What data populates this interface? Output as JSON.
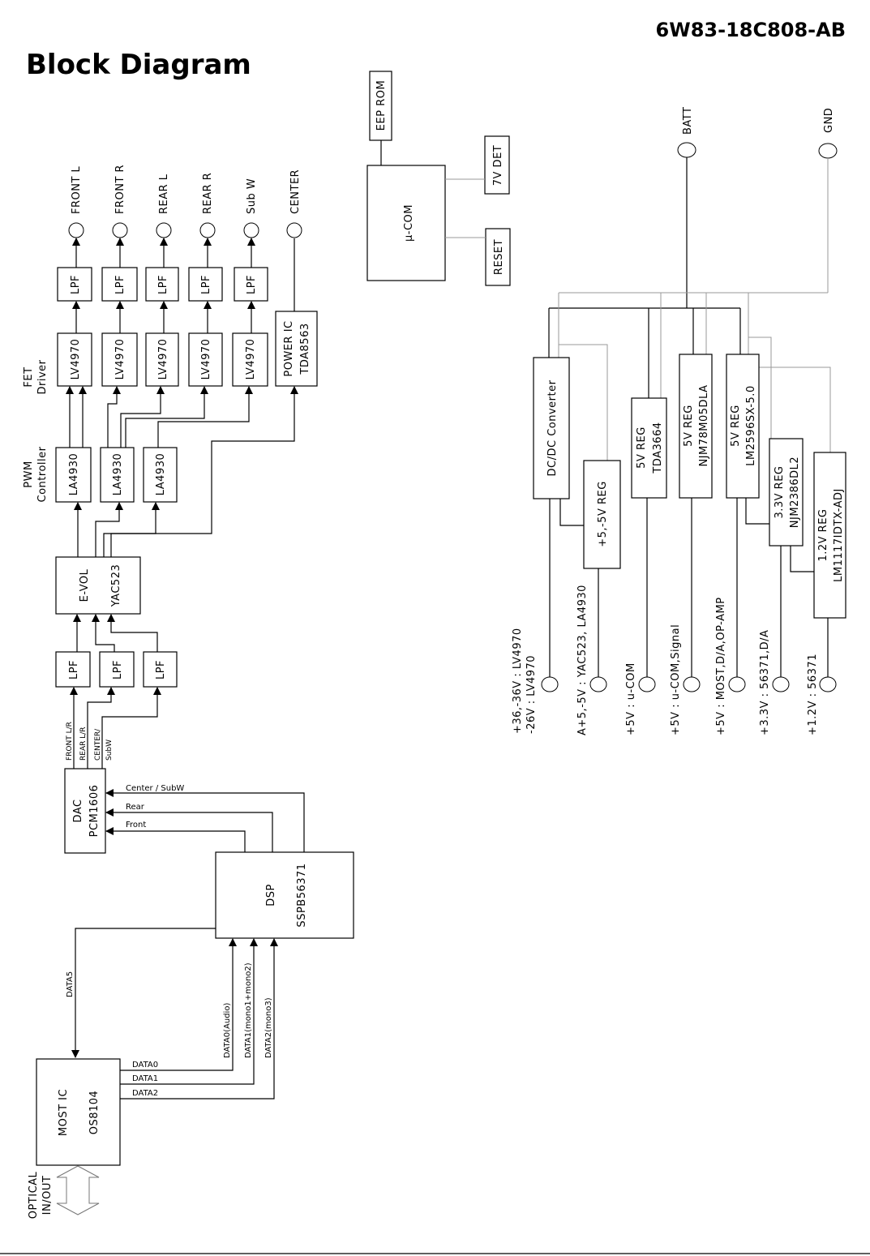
{
  "header": {
    "doc_id": "6W83-18C808-AB",
    "title": "Block Diagram"
  },
  "row_labels": {
    "fet": [
      "FET",
      "Driver"
    ],
    "pwm": [
      "PWM",
      "Controller"
    ]
  },
  "outputs": [
    "FRONT L",
    "FRONT R",
    "REAR L",
    "REAR R",
    "Sub W",
    "CENTER"
  ],
  "lpf": "LPF",
  "fet_ic": "LV4970",
  "power_ic": [
    "POWER IC",
    "TDA8563"
  ],
  "pwm_ic": "LA4930",
  "evol": [
    "E-VOL",
    "YAC523"
  ],
  "dac": [
    "DAC",
    "PCM1606"
  ],
  "dac_out": [
    "FRONT L/R",
    "REAR L/R",
    "CENTER/",
    "SubW"
  ],
  "dsp_out": [
    "Center / SubW",
    "Rear",
    "Front"
  ],
  "dsp": [
    "DSP",
    "SSPB56371"
  ],
  "data5": "DATA5",
  "dsp_in": [
    "DATA0(Audio)",
    "DATA1(mono1+mono2)",
    "DATA2(mono3)"
  ],
  "most_data": [
    "DATA0",
    "DATA1",
    "DATA2"
  ],
  "most": [
    "MOST IC",
    "OS8104"
  ],
  "optical": [
    "OPTICAL",
    "IN/OUT"
  ],
  "ucom": {
    "name": "µ-COM",
    "eeprom": "EEP ROM",
    "det": "7V DET",
    "reset": "RESET"
  },
  "power": {
    "batt": "BATT",
    "gnd": "GND",
    "dcdc": "DC/DC Converter",
    "reg_pm5": "+5,-5V REG",
    "reg_5v_a": [
      "5V REG",
      "TDA3664"
    ],
    "reg_5v_b": [
      "5V REG",
      "NJM78M05DLA"
    ],
    "reg_5v_c": [
      "5V REG",
      "LM2596SX-5.0"
    ],
    "reg_33": [
      "3.3V REG",
      "NJM2386DL2"
    ],
    "reg_12": [
      "1.2V REG",
      "LM1117IDTX-ADJ"
    ],
    "rails": [
      [
        "+36,-36V : LV4970",
        "-26V : LV4970"
      ],
      [
        "A+5,-5V : YAC523, LA4930"
      ],
      [
        "+5V : u-COM"
      ],
      [
        "+5V : u-COM,Signal"
      ],
      [
        "+5V : MOST,D/A,OP-AMP"
      ],
      [
        "+3.3V : 56371,D/A"
      ],
      [
        "+1.2V : 56371"
      ]
    ]
  }
}
